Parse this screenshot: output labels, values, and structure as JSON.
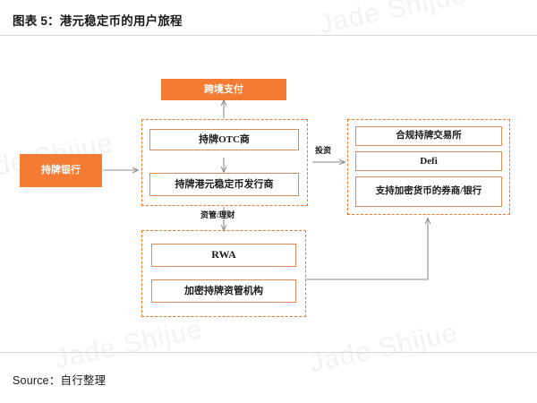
{
  "header": {
    "title": "图表 5：港元稳定币的用户旅程"
  },
  "footer": {
    "source": "Source：自行整理"
  },
  "watermark": {
    "text": "Jade Shijue"
  },
  "colors": {
    "accent_fill": "#f47b33",
    "accent_dash": "#f0762a",
    "node_border": "#e08a55",
    "arrow": "#8c8c8c",
    "rule": "#d9d9d9"
  },
  "diagram": {
    "type": "flow",
    "nodes": [
      {
        "id": "cross-border-payment",
        "label": "跨境支付",
        "style": "filled"
      },
      {
        "id": "licensed-bank",
        "label": "持牌银行",
        "style": "filled"
      },
      {
        "id": "licensed-otc",
        "label": "持牌OTC商",
        "style": "outlined"
      },
      {
        "id": "licensed-hkd-stablecoin-issuer",
        "label": "持牌港元稳定币发行商",
        "style": "outlined"
      },
      {
        "id": "compliant-licensed-exchange",
        "label": "合规持牌交易所",
        "style": "outlined"
      },
      {
        "id": "defi",
        "label": "Defi",
        "style": "outlined"
      },
      {
        "id": "crypto-friendly-broker-bank",
        "label": "支持加密货币的券商/银行",
        "style": "outlined"
      },
      {
        "id": "rwa",
        "label": "RWA",
        "style": "outlined"
      },
      {
        "id": "crypto-licensed-asset-manager",
        "label": "加密持牌资管机构",
        "style": "outlined"
      }
    ],
    "groups": [
      {
        "id": "issuance-group",
        "label": ""
      },
      {
        "id": "investment-group",
        "label": ""
      },
      {
        "id": "custody-group",
        "label": ""
      }
    ],
    "edges": [
      {
        "id": "bank-to-issuance",
        "label": "",
        "from": "licensed-bank",
        "to": "issuance-group"
      },
      {
        "id": "otc-to-payment",
        "label": "",
        "from": "licensed-otc",
        "to": "cross-border-payment"
      },
      {
        "id": "otc-to-issuer",
        "label": "",
        "from": "licensed-otc",
        "to": "licensed-hkd-stablecoin-issuer"
      },
      {
        "id": "issuance-to-investment",
        "label": "投资",
        "from": "issuance-group",
        "to": "investment-group"
      },
      {
        "id": "issuance-to-custody",
        "label": "资管/理财",
        "from": "issuance-group",
        "to": "custody-group"
      },
      {
        "id": "custody-to-investment",
        "label": "",
        "from": "custody-group",
        "to": "investment-group"
      }
    ]
  }
}
